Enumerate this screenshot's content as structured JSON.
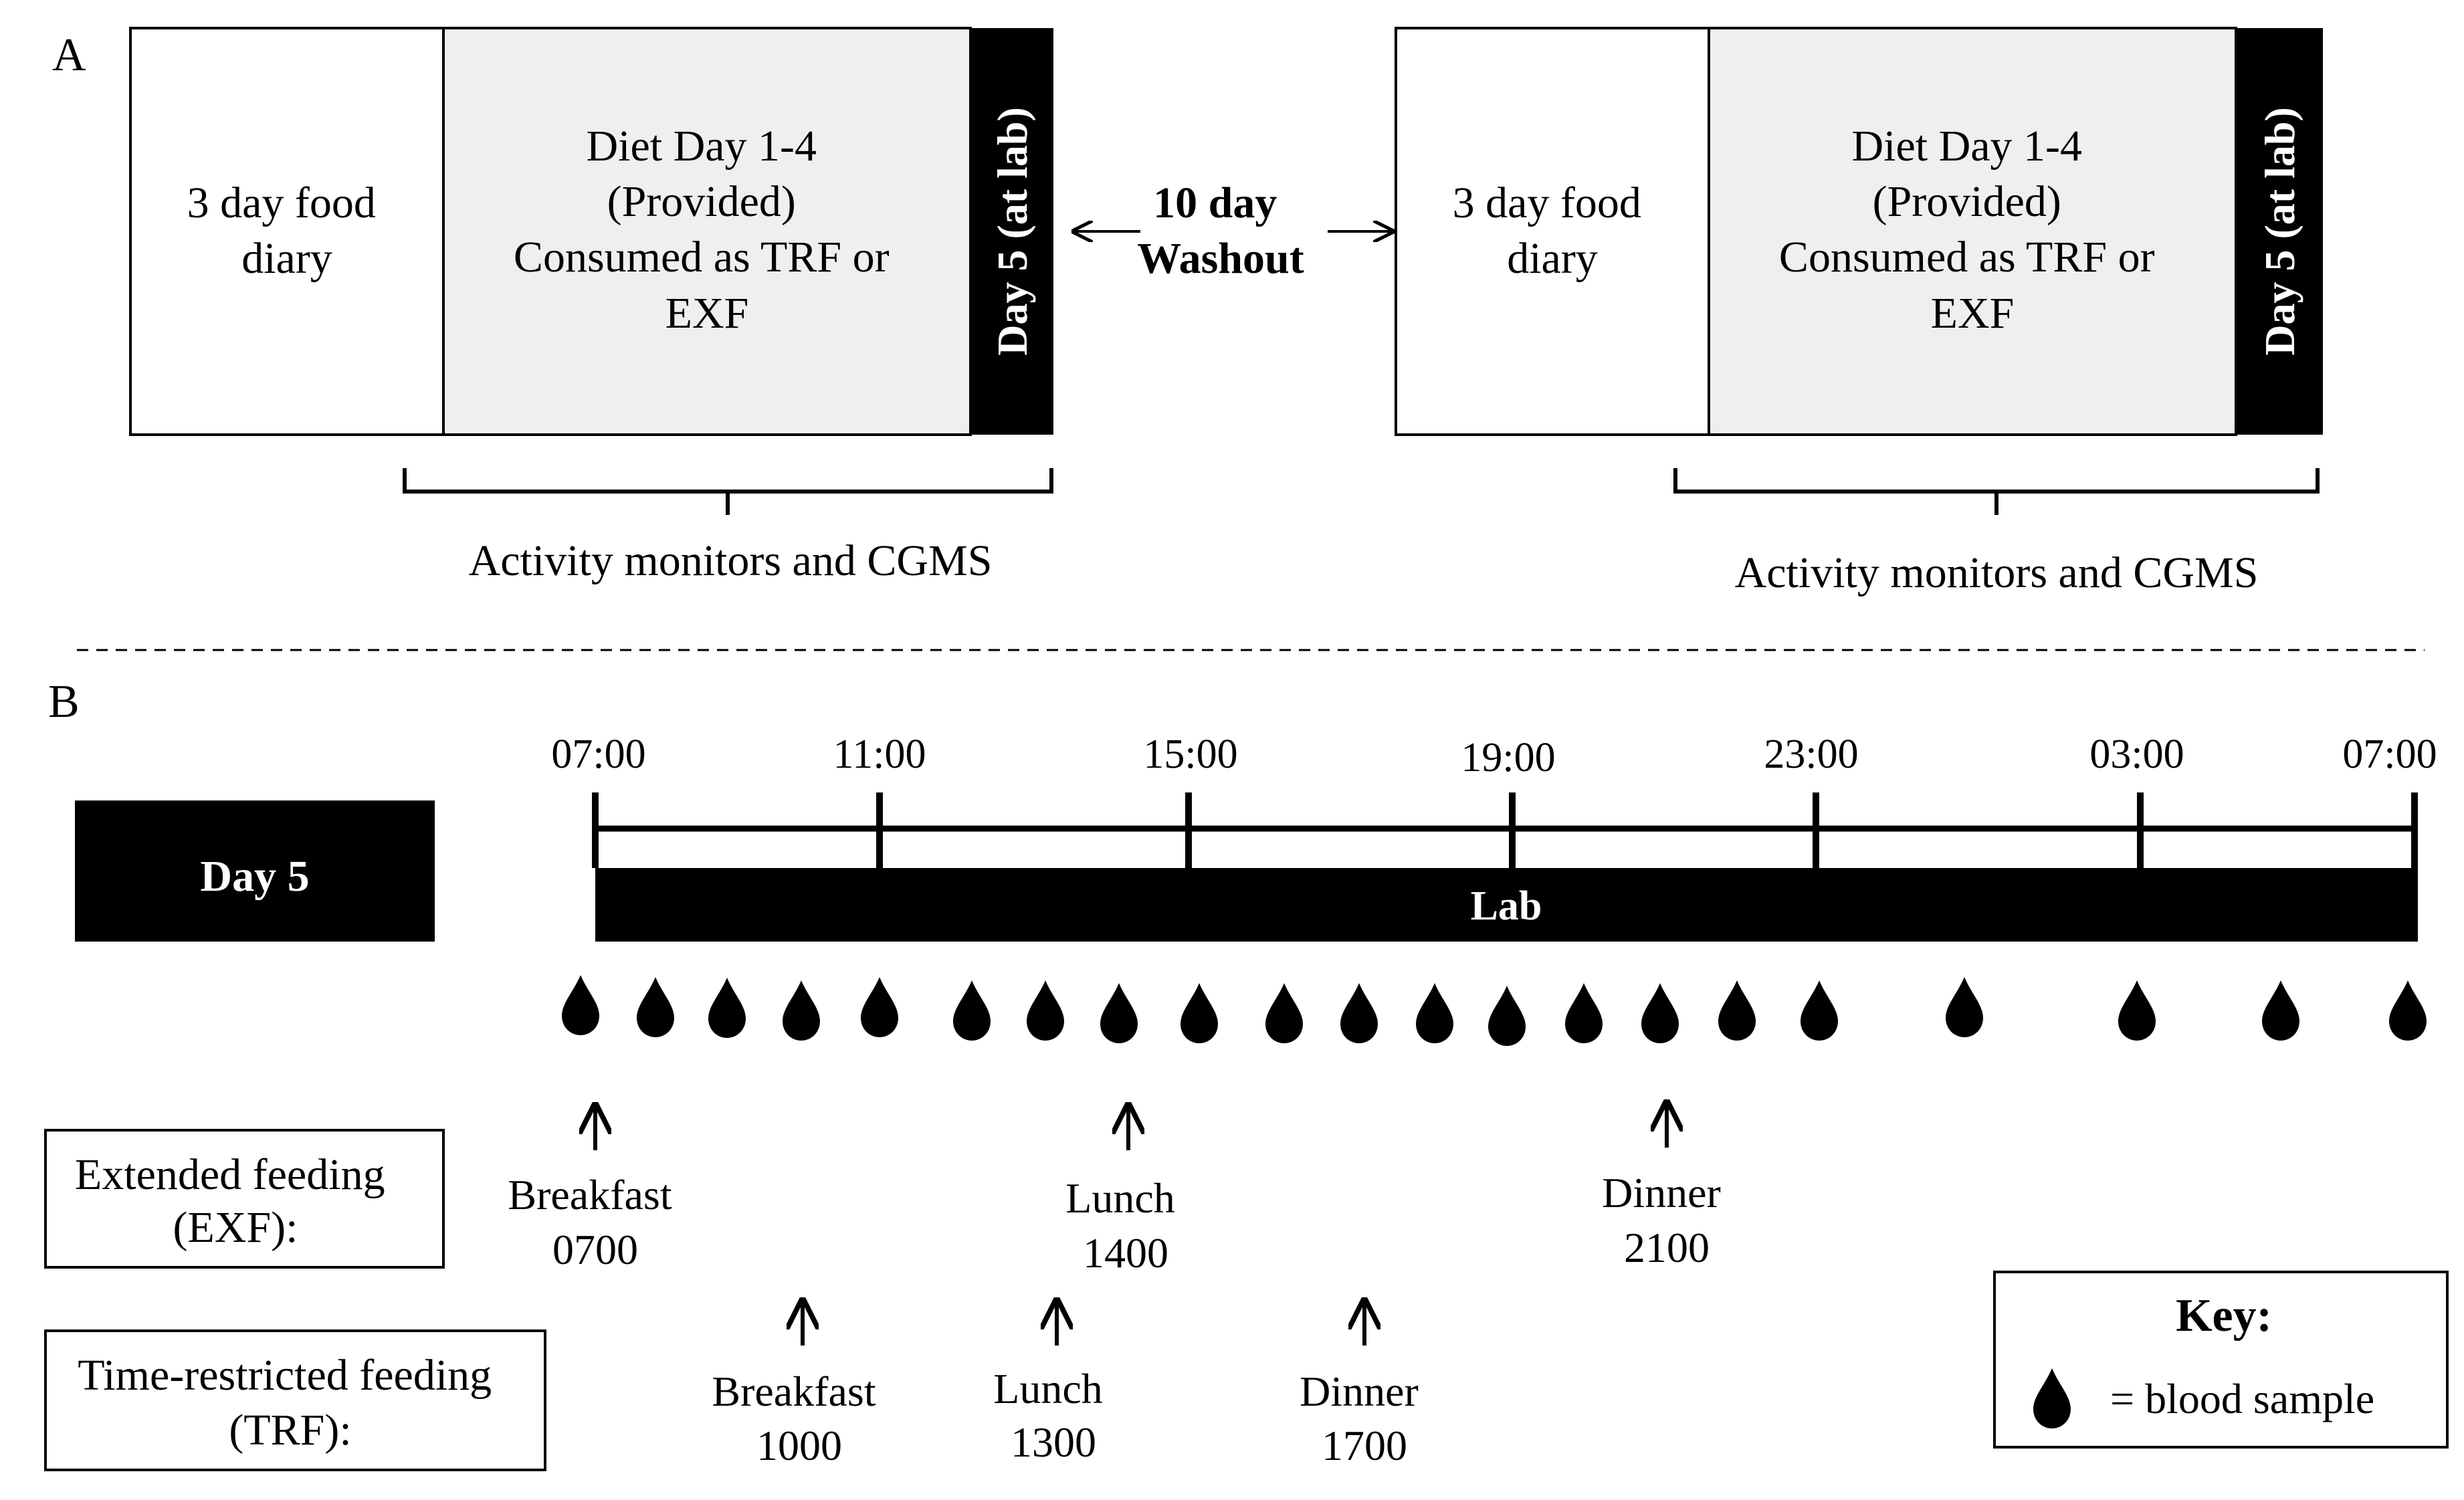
{
  "panel_a": {
    "label": "A",
    "arm_left": {
      "diary": [
        "3 day food",
        "diary"
      ],
      "diet": [
        "Diet Day 1-4",
        "(Provided)",
        "Consumed as TRF or",
        "EXF"
      ],
      "day5": "Day 5 (at lab)",
      "monitors": "Activity monitors and CGMS"
    },
    "washout": [
      "10 day",
      "Washout"
    ],
    "arm_right": {
      "diary": [
        "3 day food",
        "diary"
      ],
      "diet": [
        "Diet Day 1-4",
        "(Provided)",
        "Consumed as TRF or",
        "EXF"
      ],
      "day5": "Day 5 (at lab)",
      "monitors": "Activity monitors and CGMS"
    }
  },
  "panel_b": {
    "label": "B",
    "day_box": "Day 5",
    "lab_bar": "Lab",
    "time_ticks": [
      "07:00",
      "11:00",
      "15:00",
      "19:00",
      "23:00",
      "03:00",
      "07:00"
    ],
    "blood_samples_count": 21,
    "exf": {
      "label": [
        "Extended feeding",
        "(EXF):"
      ],
      "meals": [
        {
          "name": "Breakfast",
          "time": "0700"
        },
        {
          "name": "Lunch",
          "time": "1400"
        },
        {
          "name": "Dinner",
          "time": "2100"
        }
      ]
    },
    "trf": {
      "label": [
        "Time-restricted feeding",
        "(TRF):"
      ],
      "meals": [
        {
          "name": "Breakfast",
          "time": "1000"
        },
        {
          "name": "Lunch",
          "time": "1300"
        },
        {
          "name": "Dinner",
          "time": "1700"
        }
      ]
    },
    "key": {
      "title": "Key:",
      "text": "= blood sample",
      "icon": "blood-drop-icon"
    }
  },
  "colors": {
    "diet_fill": "#efefef",
    "black": "#000000",
    "white": "#ffffff"
  }
}
